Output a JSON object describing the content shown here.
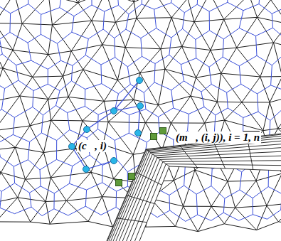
{
  "diagram": {
    "labels": [
      "(c⃗, i)",
      "(m⃗, (i, j)), i =",
      "1, n"
    ]
  }
}
